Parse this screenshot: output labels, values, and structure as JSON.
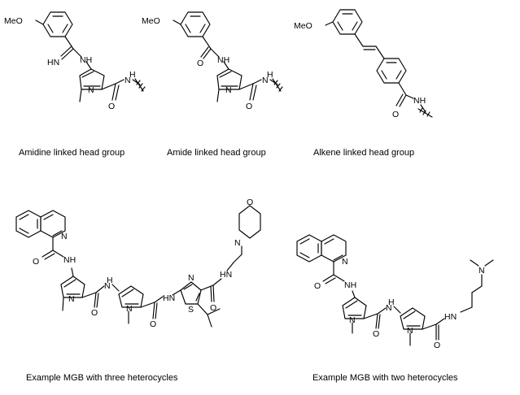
{
  "figure": {
    "captions": {
      "amidine": "Amidine linked head group",
      "amide": "Amide linked head group",
      "alkene": "Alkene linked head group",
      "three": "Example MGB with three heterocycles",
      "two": "Example MGB with two heterocycles"
    },
    "atoms": {
      "meo": "MeO",
      "nh": "NH",
      "hn": "HN",
      "h": "H",
      "n": "N",
      "o": "O",
      "s": "S"
    }
  }
}
